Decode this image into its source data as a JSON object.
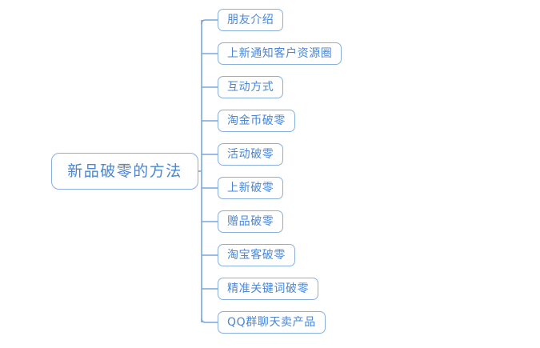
{
  "diagram": {
    "type": "mind-map",
    "orientation": "left-to-right",
    "background_color": "#ffffff",
    "node_border_color": "#8aaede",
    "node_text_color": "#4a86d4",
    "connector_color": "#7aa5dd",
    "root": {
      "label": "新品破零的方法"
    },
    "branches": [
      {
        "label": "朋友介绍"
      },
      {
        "label": "上新通知客户资源圈"
      },
      {
        "label": "互动方式"
      },
      {
        "label": "淘金币破零"
      },
      {
        "label": "活动破零"
      },
      {
        "label": "上新破零"
      },
      {
        "label": "赠品破零"
      },
      {
        "label": "淘宝客破零"
      },
      {
        "label": "精准关键词破零"
      },
      {
        "label": "QQ群聊天卖产品"
      }
    ]
  }
}
